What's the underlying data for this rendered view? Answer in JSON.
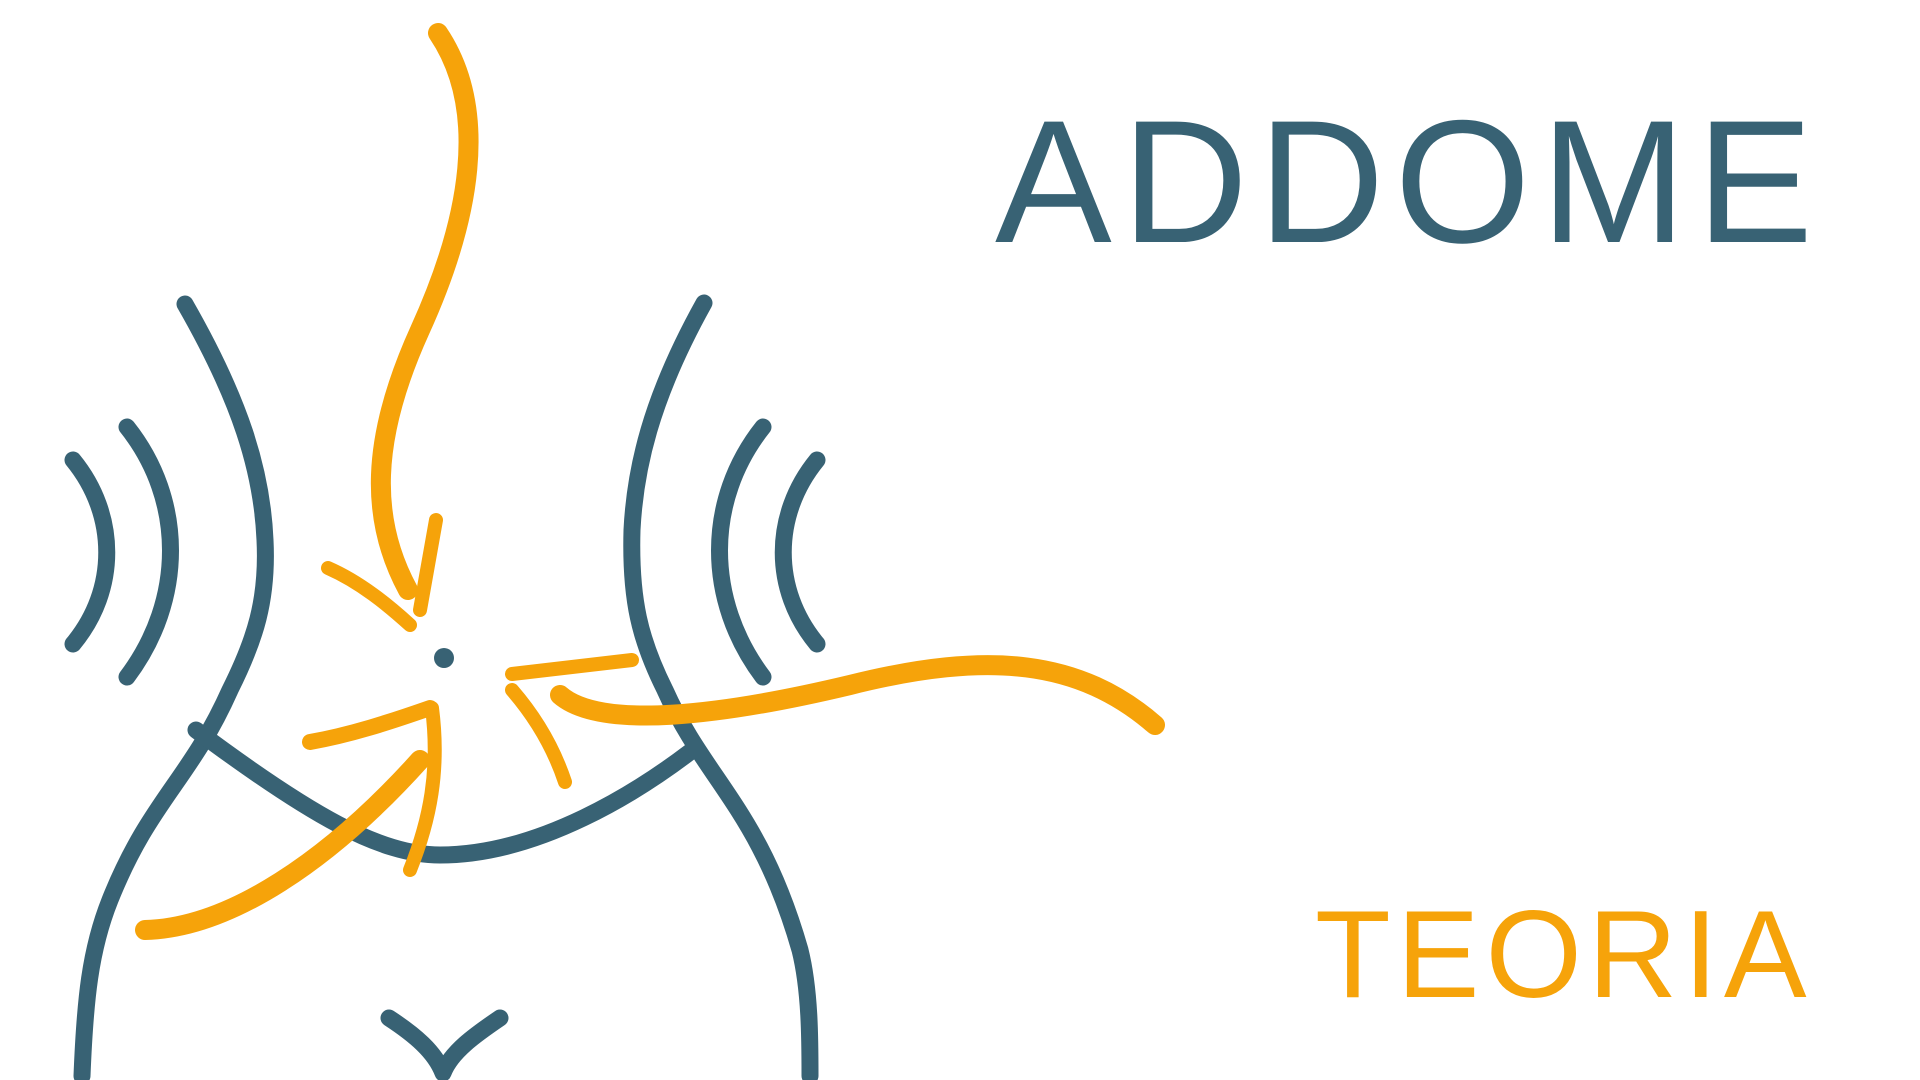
{
  "heading": {
    "title": "ADDOME",
    "subtitle": "TEORIA"
  },
  "colors": {
    "primary": "#386274",
    "accent": "#F6A30A",
    "background": "#FFFFFF"
  },
  "illustration": {
    "figure": "abdomen-torso-outline",
    "decorations": [
      "left-wave-marks",
      "right-wave-marks",
      "navel-dot",
      "pelvic-v-mark"
    ],
    "arrows": [
      "arrow-from-top",
      "arrow-from-left-small",
      "arrow-from-bottom-left",
      "arrow-from-right"
    ]
  }
}
